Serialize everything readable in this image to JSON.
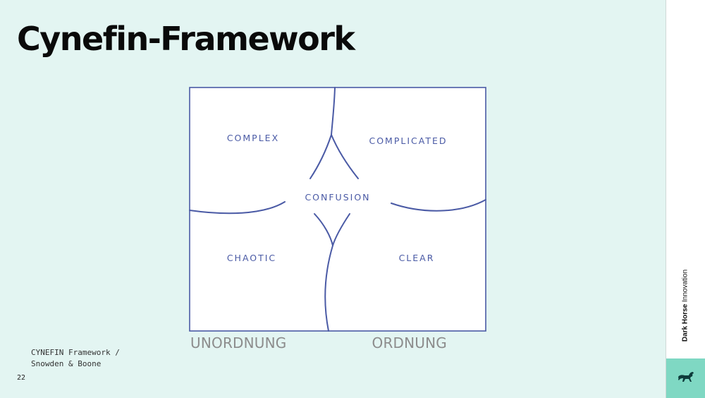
{
  "slide": {
    "title": "Cynefin-Framework",
    "page_number": "22",
    "caption_line1": "CYNEFIN Framework /",
    "caption_line2": "Snowden & Boone"
  },
  "diagram": {
    "domains": {
      "complex": "COMPLEX",
      "complicated": "COMPLICATED",
      "confusion": "CONFUSION",
      "chaotic": "CHAOTIC",
      "clear": "CLEAR"
    },
    "axis_left": "UNORDNUNG",
    "axis_right": "ORDNUNG",
    "line_color": "#4a5aa5"
  },
  "brand": {
    "name_bold": "Dark Horse",
    "name_regular": "Innovation",
    "logo_icon": "horse-icon",
    "accent_color": "#7fd8c3"
  }
}
